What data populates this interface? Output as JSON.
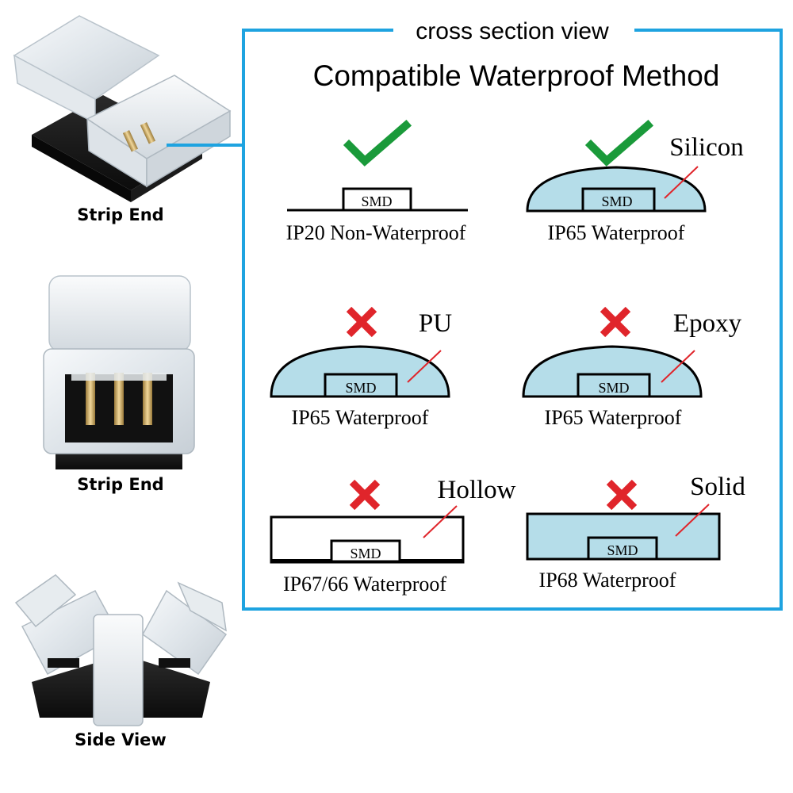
{
  "frame_title": "cross section view",
  "heading": "Compatible Waterproof Method",
  "colors": {
    "frame": "#1ea3e0",
    "check": "#1a9a3a",
    "cross": "#e0252b",
    "coating": "#b5dde9",
    "outline": "#000000"
  },
  "photos": [
    {
      "label": "Strip End",
      "icon": "strip-end-connector-photo"
    },
    {
      "label": "Strip End",
      "icon": "strip-end-connector-front-photo"
    },
    {
      "label": "Side View",
      "icon": "x-shape-connector-photo"
    }
  ],
  "methods": [
    {
      "status": "compatible",
      "shape": "bare",
      "chip_label": "SMD",
      "material": "",
      "caption": "IP20 Non-Waterproof"
    },
    {
      "status": "compatible",
      "shape": "dome",
      "chip_label": "SMD",
      "material": "Silicon",
      "caption": "IP65 Waterproof"
    },
    {
      "status": "incompatible",
      "shape": "dome",
      "chip_label": "SMD",
      "material": "PU",
      "caption": "IP65 Waterproof"
    },
    {
      "status": "incompatible",
      "shape": "dome",
      "chip_label": "SMD",
      "material": "Epoxy",
      "caption": "IP65 Waterproof"
    },
    {
      "status": "incompatible",
      "shape": "hollow-tube",
      "chip_label": "SMD",
      "material": "Hollow",
      "caption": "IP67/66 Waterproof"
    },
    {
      "status": "incompatible",
      "shape": "solid-tube",
      "chip_label": "SMD",
      "material": "Solid",
      "caption": "IP68 Waterproof"
    }
  ]
}
